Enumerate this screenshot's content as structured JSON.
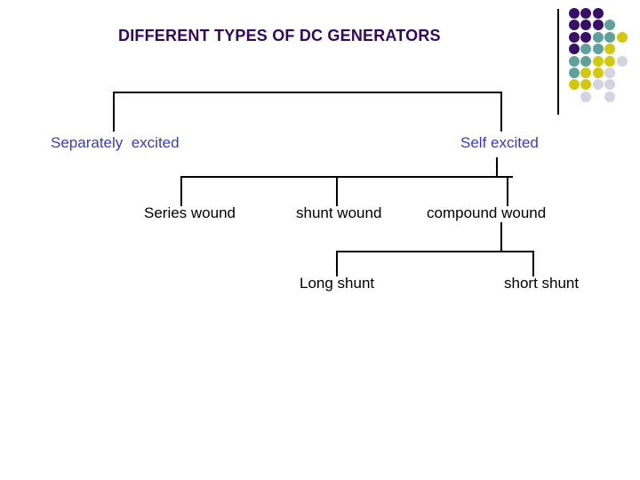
{
  "slide": {
    "title": "DIFFERENT TYPES OF DC GENERATORS"
  },
  "tree": {
    "level1": [
      {
        "id": "separately-excited",
        "label": "Separately  excited"
      },
      {
        "id": "self-excited",
        "label": "Self excited"
      }
    ],
    "level2": [
      {
        "id": "series-wound",
        "label": "Series wound"
      },
      {
        "id": "shunt-wound",
        "label": "shunt wound"
      },
      {
        "id": "compound-wound",
        "label": "compound wound"
      }
    ],
    "level3": [
      {
        "id": "long-shunt",
        "label": "Long shunt"
      },
      {
        "id": "short-shunt",
        "label": "short shunt"
      }
    ]
  },
  "colors": {
    "title_text": "#31085e",
    "level1_text": "#3a39c7",
    "body_text": "#000000",
    "line": "#000000",
    "dot_purple": "#380f69",
    "dot_teal": "#5fa19b",
    "dot_yellow": "#d2c90e",
    "dot_lavender": "#d3d3e2"
  },
  "decor": {
    "dot_rows": [
      "PPP..",
      "PPPT.",
      "PPTTY",
      "PTTY.",
      "TTYYL",
      "TYYL.",
      "YYLL.",
      ".L.L."
    ]
  }
}
